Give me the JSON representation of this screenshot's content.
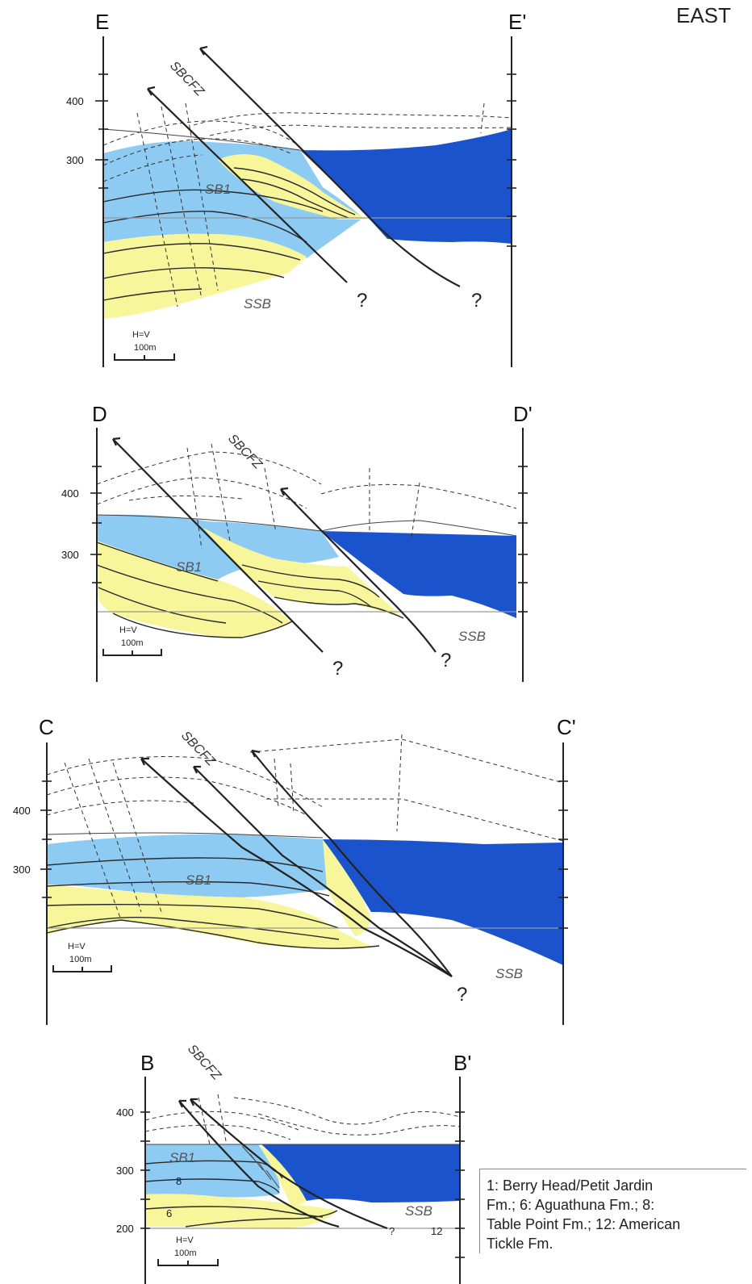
{
  "orientation_label": "EAST",
  "colors": {
    "unit_light_blue": "#8ecbf2",
    "unit_yellow": "#f8f69a",
    "unit_dark_blue": "#1b53cc",
    "lines": "#222222"
  },
  "sections": [
    {
      "left": "E",
      "right": "E'",
      "ticks": [
        "400",
        "300"
      ],
      "fault_zone": "SBCFZ",
      "unit_top": "SB1",
      "unit_bottom": "SSB",
      "scale_ratio": "H=V",
      "scale_length": "100m",
      "queries": [
        "?",
        "?"
      ]
    },
    {
      "left": "D",
      "right": "D'",
      "ticks": [
        "400",
        "300"
      ],
      "fault_zone": "SBCFZ",
      "unit_top": "SB1",
      "unit_bottom": "SSB",
      "scale_ratio": "H=V",
      "scale_length": "100m",
      "queries": [
        "?",
        "?"
      ]
    },
    {
      "left": "C",
      "right": "C'",
      "ticks": [
        "400",
        "300"
      ],
      "fault_zone": "SBCFZ",
      "unit_top": "SB1",
      "unit_bottom": "SSB",
      "scale_ratio": "H=V",
      "scale_length": "100m",
      "queries": [
        "?"
      ]
    },
    {
      "left": "B",
      "right": "B'",
      "ticks": [
        "400",
        "300",
        "200"
      ],
      "fault_zone": "SBCFZ",
      "unit_top": "SB1",
      "unit_bottom": "SSB",
      "scale_ratio": "H=V",
      "scale_length": "100m",
      "queries": [
        "?"
      ],
      "formation_numbers": [
        "8",
        "6",
        "12"
      ]
    }
  ],
  "legend": {
    "lines": [
      "1: Berry Head/Petit Jardin",
      "Fm.; 6:  Aguathuna Fm.; 8:",
      "Table Point Fm.; 12: American",
      "Tickle Fm."
    ]
  }
}
